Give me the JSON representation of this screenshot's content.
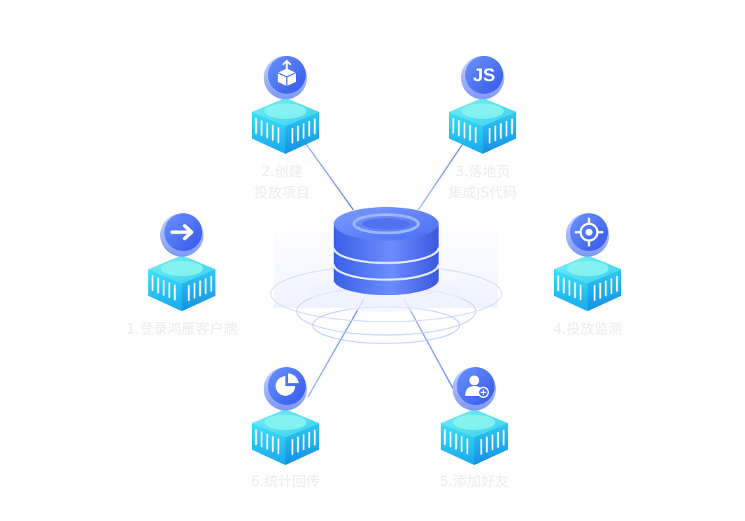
{
  "nodes": [
    {
      "id": "login-client",
      "icon": "arrow-right-icon",
      "label_lines": [
        "1.登录鸿雁客户端"
      ]
    },
    {
      "id": "create-campaign",
      "icon": "box-upload-icon",
      "label_lines": [
        "2.创建",
        "投放项目"
      ]
    },
    {
      "id": "landing-js",
      "icon": "js-icon",
      "label_lines": [
        "3.落地页",
        "集成JS代码"
      ]
    },
    {
      "id": "monitor",
      "icon": "target-icon",
      "label_lines": [
        "4.投放监测"
      ]
    },
    {
      "id": "add-friend",
      "icon": "add-user-icon",
      "label_lines": [
        "5.添加好友"
      ]
    },
    {
      "id": "stats-return",
      "icon": "pie-chart-icon",
      "label_lines": [
        "6.统计回传"
      ]
    }
  ],
  "hub": {
    "icon": "database-icon"
  },
  "colors": {
    "connector": "#8fb0ff",
    "block_top": "#5fe4f3",
    "block_face": "#1ec6f0",
    "badge": "#4a78f5",
    "hub": "#3f68f3",
    "label": "#ececec"
  }
}
